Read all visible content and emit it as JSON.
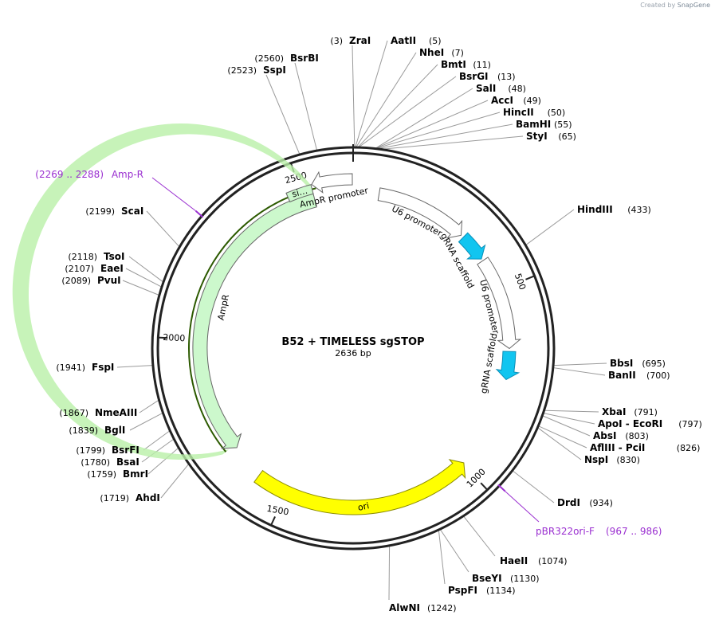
{
  "credit": {
    "prefix": "Created by",
    "brand": "SnapGene"
  },
  "plasmid": {
    "name": "B52 + TIMELESS sgSTOP",
    "size_label": "2636 bp",
    "length": 2636
  },
  "ticks": [
    {
      "label": "500",
      "bp": 500
    },
    {
      "label": "1000",
      "bp": 1000
    },
    {
      "label": "1500",
      "bp": 1500
    },
    {
      "label": "2000",
      "bp": 2000
    },
    {
      "label": "2500",
      "bp": 2500
    }
  ],
  "features": [
    {
      "id": "AmpR",
      "label": "AmpR",
      "start": 2530,
      "end": 1680,
      "dir": -1,
      "ring": 1,
      "color": "#ccf8cc",
      "stroke": "#666666"
    },
    {
      "id": "AmpR-promoter",
      "label": "AmpR promoter",
      "start": 2634,
      "end": 2532,
      "dir": -1,
      "ring": 2,
      "color": "#ffffff",
      "stroke": "#666666"
    },
    {
      "id": "signal",
      "label": "si…",
      "start": 2530,
      "end": 2465,
      "dir": 0,
      "ring": 1,
      "color": "#ccf8cc",
      "stroke": "#666666"
    },
    {
      "id": "U6-promoter-1",
      "label": "U6 promoter",
      "start": 70,
      "end": 320,
      "dir": 1,
      "ring": 2,
      "color": "#ffffff",
      "stroke": "#666666"
    },
    {
      "id": "gRNA-scaffold-1",
      "label": "gRNA scaffold",
      "start": 328,
      "end": 404,
      "dir": 1,
      "ring": 2,
      "color": "#11c5f0",
      "stroke": "#0a8fb8"
    },
    {
      "id": "U6-promoter-2",
      "label": "U6 promoter",
      "start": 410,
      "end": 660,
      "dir": 1,
      "ring": 2,
      "color": "#ffffff",
      "stroke": "#666666"
    },
    {
      "id": "gRNA-scaffold-2",
      "label": "gRNA scaffold",
      "start": 668,
      "end": 744,
      "dir": 1,
      "ring": 2,
      "color": "#11c5f0",
      "stroke": "#0a8fb8"
    },
    {
      "id": "ori",
      "label": "ori",
      "start": 1585,
      "end": 996,
      "dir": -1,
      "ring": 3,
      "color": "#ffff00",
      "stroke": "#8a8a00"
    }
  ],
  "primers": [
    {
      "name": "Amp-R",
      "range": "(2269 .. 2288)",
      "bp": 2278
    },
    {
      "name": "pBR322ori-F",
      "range": "(967 .. 986)",
      "bp": 976
    }
  ],
  "sites": [
    {
      "name": "ZraI",
      "pos": "3",
      "bp": 3
    },
    {
      "name": "AatII",
      "pos": "5",
      "bp": 5
    },
    {
      "name": "NheI",
      "pos": "7",
      "bp": 7
    },
    {
      "name": "BmtI",
      "pos": "11",
      "bp": 11
    },
    {
      "name": "BsrGI",
      "pos": "13",
      "bp": 13
    },
    {
      "name": "SalI",
      "pos": "48",
      "bp": 48
    },
    {
      "name": "AccI",
      "pos": "49",
      "bp": 49
    },
    {
      "name": "HincII",
      "pos": "50",
      "bp": 50
    },
    {
      "name": "BamHI",
      "pos": "55",
      "bp": 55
    },
    {
      "name": "StyI",
      "pos": "65",
      "bp": 65
    },
    {
      "name": "HindIII",
      "pos": "433",
      "bp": 433
    },
    {
      "name": "BbsI",
      "pos": "695",
      "bp": 695
    },
    {
      "name": "BanII",
      "pos": "700",
      "bp": 700
    },
    {
      "name": "XbaI",
      "pos": "791",
      "bp": 791
    },
    {
      "name": "ApoI - EcoRI",
      "pos": "797",
      "bp": 797
    },
    {
      "name": "AbsI",
      "pos": "803",
      "bp": 803
    },
    {
      "name": "AflIII - PciI",
      "pos": "826",
      "bp": 826
    },
    {
      "name": "NspI",
      "pos": "830",
      "bp": 830
    },
    {
      "name": "DrdI",
      "pos": "934",
      "bp": 934
    },
    {
      "name": "HaeII",
      "pos": "1074",
      "bp": 1074
    },
    {
      "name": "BseYI",
      "pos": "1130",
      "bp": 1130
    },
    {
      "name": "PspFI",
      "pos": "1134",
      "bp": 1134
    },
    {
      "name": "AlwNI",
      "pos": "1242",
      "bp": 1242
    },
    {
      "name": "AhdI",
      "pos": "1719",
      "bp": 1719
    },
    {
      "name": "BmrI",
      "pos": "1759",
      "bp": 1759
    },
    {
      "name": "BsaI",
      "pos": "1780",
      "bp": 1780
    },
    {
      "name": "BsrFI",
      "pos": "1799",
      "bp": 1799
    },
    {
      "name": "BglI",
      "pos": "1839",
      "bp": 1839
    },
    {
      "name": "NmeAIII",
      "pos": "1867",
      "bp": 1867
    },
    {
      "name": "FspI",
      "pos": "1941",
      "bp": 1941
    },
    {
      "name": "PvuI",
      "pos": "2089",
      "bp": 2089
    },
    {
      "name": "EaeI",
      "pos": "2107",
      "bp": 2107
    },
    {
      "name": "TsoI",
      "pos": "2118",
      "bp": 2118
    },
    {
      "name": "ScaI",
      "pos": "2199",
      "bp": 2199
    },
    {
      "name": "SspI",
      "pos": "2523",
      "bp": 2523
    },
    {
      "name": "BsrBI",
      "pos": "2560",
      "bp": 2560
    }
  ]
}
